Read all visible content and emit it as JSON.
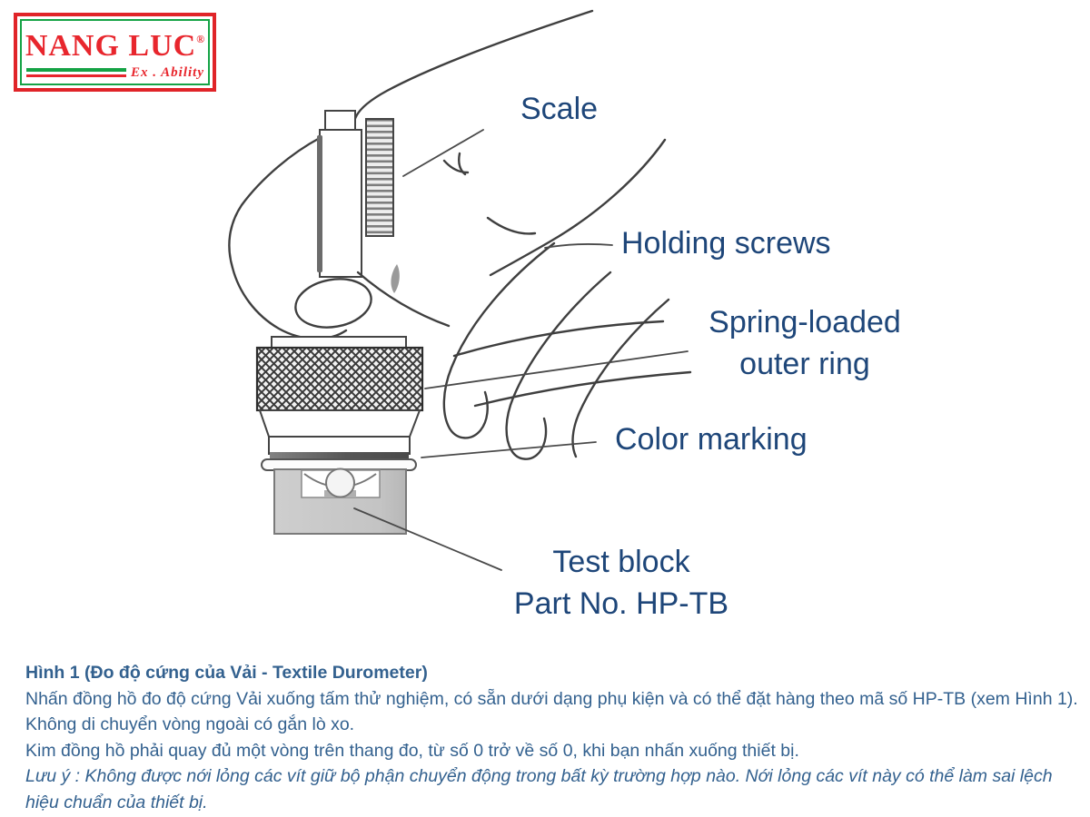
{
  "logo": {
    "brand": "NANG LUC",
    "registered": "®",
    "tagline": "Ex . Ability",
    "red": "#e8262d",
    "green": "#15a345"
  },
  "diagram": {
    "labels": {
      "scale": "Scale",
      "holding_screws": "Holding screws",
      "spring_line1": "Spring-loaded",
      "spring_line2": "outer ring",
      "color_marking": "Color marking",
      "test_block_line1": "Test block",
      "test_block_line2": "Part No. HP-TB"
    },
    "label_color": "#1e4679"
  },
  "caption": {
    "title": "Hình 1 (Đo độ cứng của Vải - Textile Durometer)",
    "lines": [
      "Nhấn đồng hồ đo độ cứng Vải xuống tấm thử nghiệm, có sẵn dưới dạng phụ kiện và có thể đặt hàng theo mã số HP-TB (xem Hình 1).",
      "Không di chuyển vòng ngoài có gắn lò xo.",
      "Kim đồng hồ phải quay đủ một vòng trên thang đo, từ số 0 trở về số 0, khi bạn nhấn xuống thiết bị."
    ],
    "note_lines": [
      "Lưu ý : Không được nới lỏng các vít giữ bộ phận chuyển động trong bất kỳ trường hợp nào. Nới lỏng các vít này có thể làm sai lệch",
      "hiệu chuẩn của thiết bị."
    ],
    "text_color": "#33618f"
  }
}
